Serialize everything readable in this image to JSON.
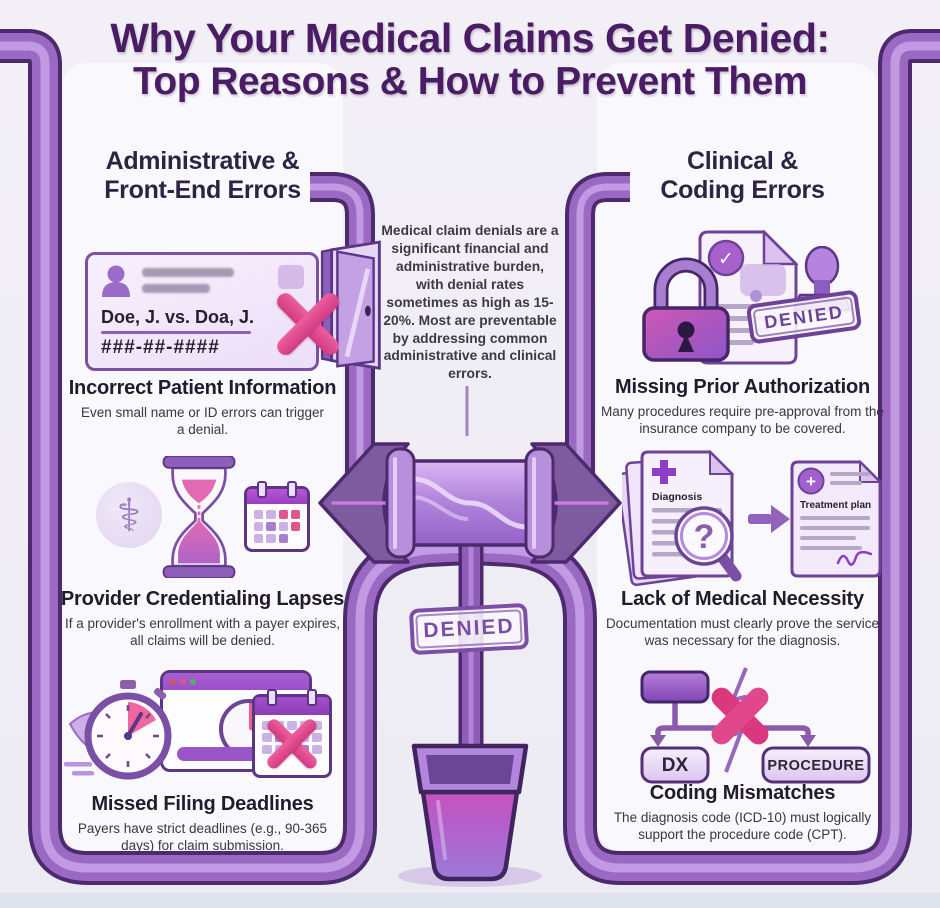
{
  "title": {
    "line1": "Why Your Medical Claims Get Denied:",
    "line2": "Top Reasons & How to Prevent Them"
  },
  "center": {
    "intro": "Medical claim denials are a significant financial and administrative burden, with denial rates sometimes as high as 15-20%. Most are preventable by addressing common administrative and clinical errors.",
    "denied_tag": "DENIED"
  },
  "glyphs": {
    "caduceus": "⚕",
    "check": "✓",
    "question": "?",
    "plus": "+"
  },
  "left_column": {
    "heading_line1": "Administrative &",
    "heading_line2": "Front-End Errors",
    "items": [
      {
        "title": "Incorrect Patient Information",
        "description": "Even small name or ID errors can trigger a denial.",
        "card_name_compare": "Doe, J. vs. Doa, J.",
        "card_id_mask": "###-##-####"
      },
      {
        "title": "Provider Credentialing Lapses",
        "description": "If a provider's enrollment with a payer expires, all claims will be denied."
      },
      {
        "title": "Missed Filing Deadlines",
        "description": "Payers have strict deadlines (e.g., 90-365 days) for claim submission."
      }
    ]
  },
  "right_column": {
    "heading_line1": "Clinical &",
    "heading_line2": "Coding Errors",
    "items": [
      {
        "title": "Missing Prior Authorization",
        "description": "Many procedures require pre-approval from the insurance company to be covered.",
        "stamp": "DENIED"
      },
      {
        "title": "Lack of Medical Necessity",
        "description": "Documentation must clearly prove the service was necessary for the diagnosis.",
        "diagnosis_label": "Diagnosis",
        "treatment_label": "Treatment plan"
      },
      {
        "title": "Coding Mismatches",
        "description": "The diagnosis code (ICD-10) must logically support the procedure code (CPT).",
        "dx_label": "DX",
        "procedure_label": "PROCEDURE"
      }
    ]
  },
  "colors": {
    "deep_purple": "#4a1c64",
    "pipe_purple": "#9a6ac2",
    "accent_pink": "#d9377e"
  }
}
